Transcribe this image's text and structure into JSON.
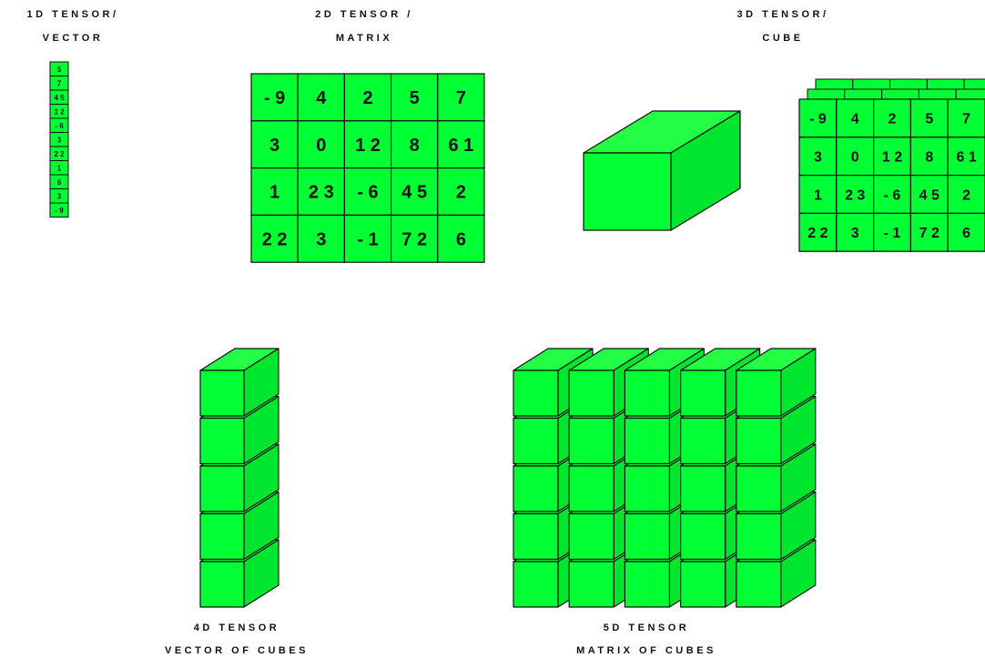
{
  "colors": {
    "cube_front": "#00ff33",
    "cube_top": "#22ff44",
    "cube_side": "#00e52e",
    "stroke": "#111111"
  },
  "labels": {
    "t1_line1": "1D TENSOR/",
    "t1_line2": "VECTOR",
    "t2_line1": "2D TENSOR /",
    "t2_line2": "MATRIX",
    "t3_line1": "3D TENSOR/",
    "t3_line2": "CUBE",
    "t4_line1": "4D TENSOR",
    "t4_line2": "VECTOR OF CUBES",
    "t5_line1": "5D TENSOR",
    "t5_line2": "MATRIX OF CUBES"
  },
  "vector": [
    "5",
    "7",
    "45",
    "12",
    "-6",
    "3",
    "22",
    "1",
    "6",
    "3",
    "-9"
  ],
  "matrix": [
    [
      "-9",
      "4",
      "2",
      "5",
      "7"
    ],
    [
      "3",
      "0",
      "12",
      "8",
      "61"
    ],
    [
      "1",
      "23",
      "-6",
      "45",
      "2"
    ],
    [
      "22",
      "3",
      "-1",
      "72",
      "6"
    ]
  ]
}
